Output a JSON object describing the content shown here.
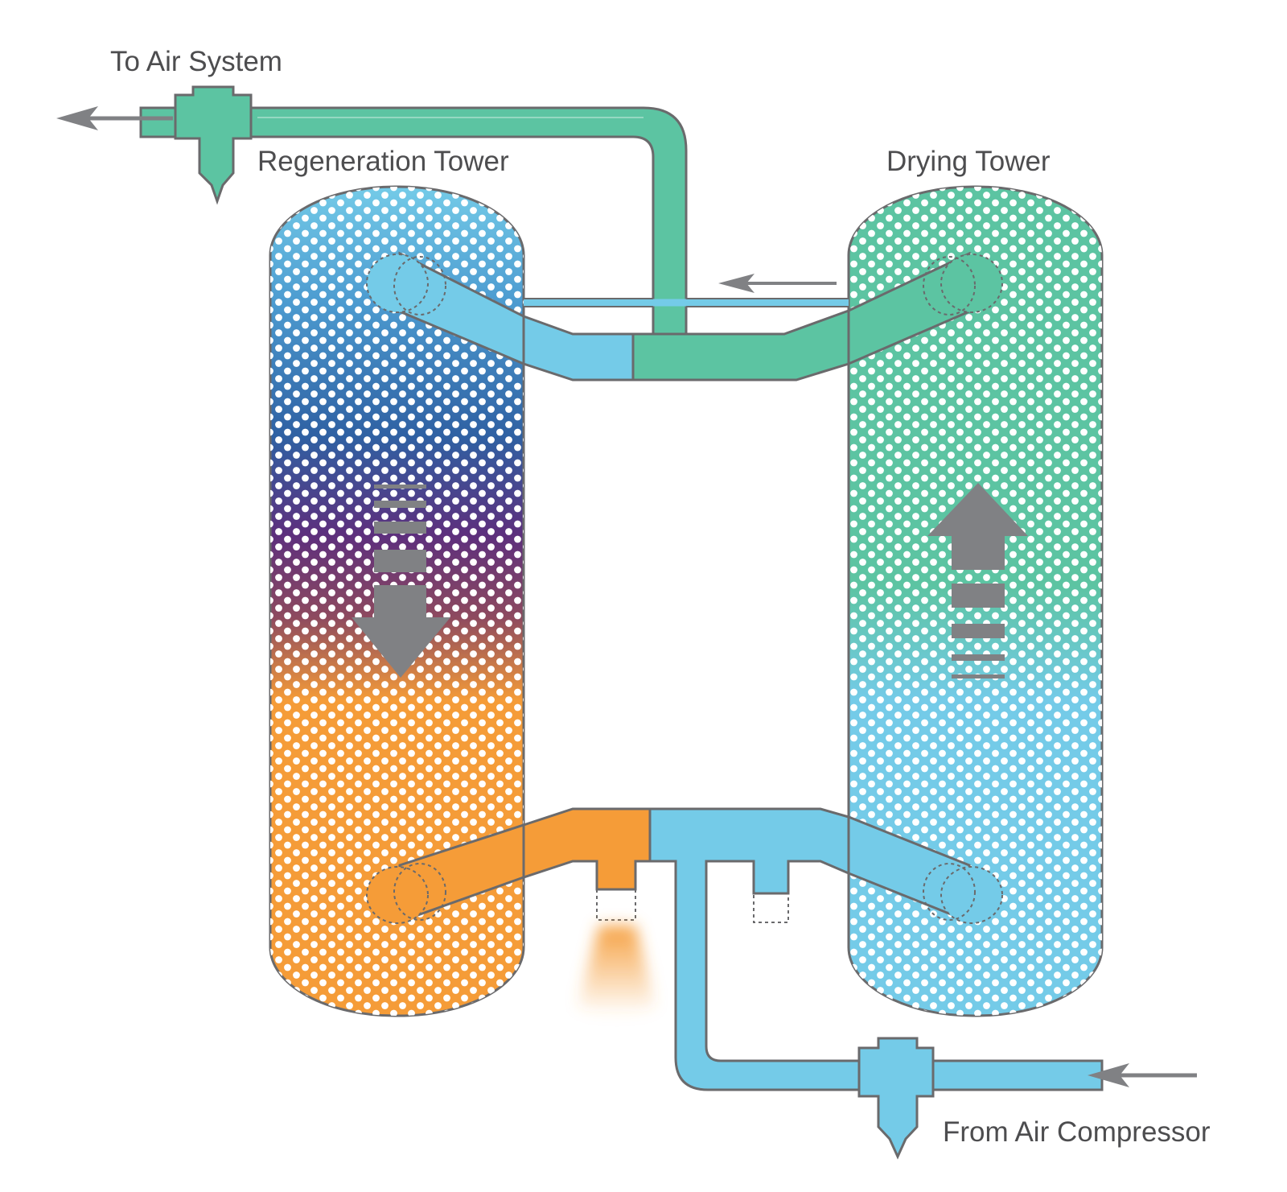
{
  "labels": {
    "to_air_system": "To Air System",
    "regeneration_tower": "Regeneration Tower",
    "drying_tower": "Drying Tower",
    "from_air_compressor": "From Air Compressor"
  },
  "colors": {
    "green": "#5cc4a2",
    "blue": "#74cbe8",
    "orange": "#f59c38",
    "purple": "#5d2f7d",
    "navy": "#2f61a3",
    "arrow_gray": "#808184",
    "outline": "#6a6a6c",
    "text": "#4d4d4f"
  }
}
